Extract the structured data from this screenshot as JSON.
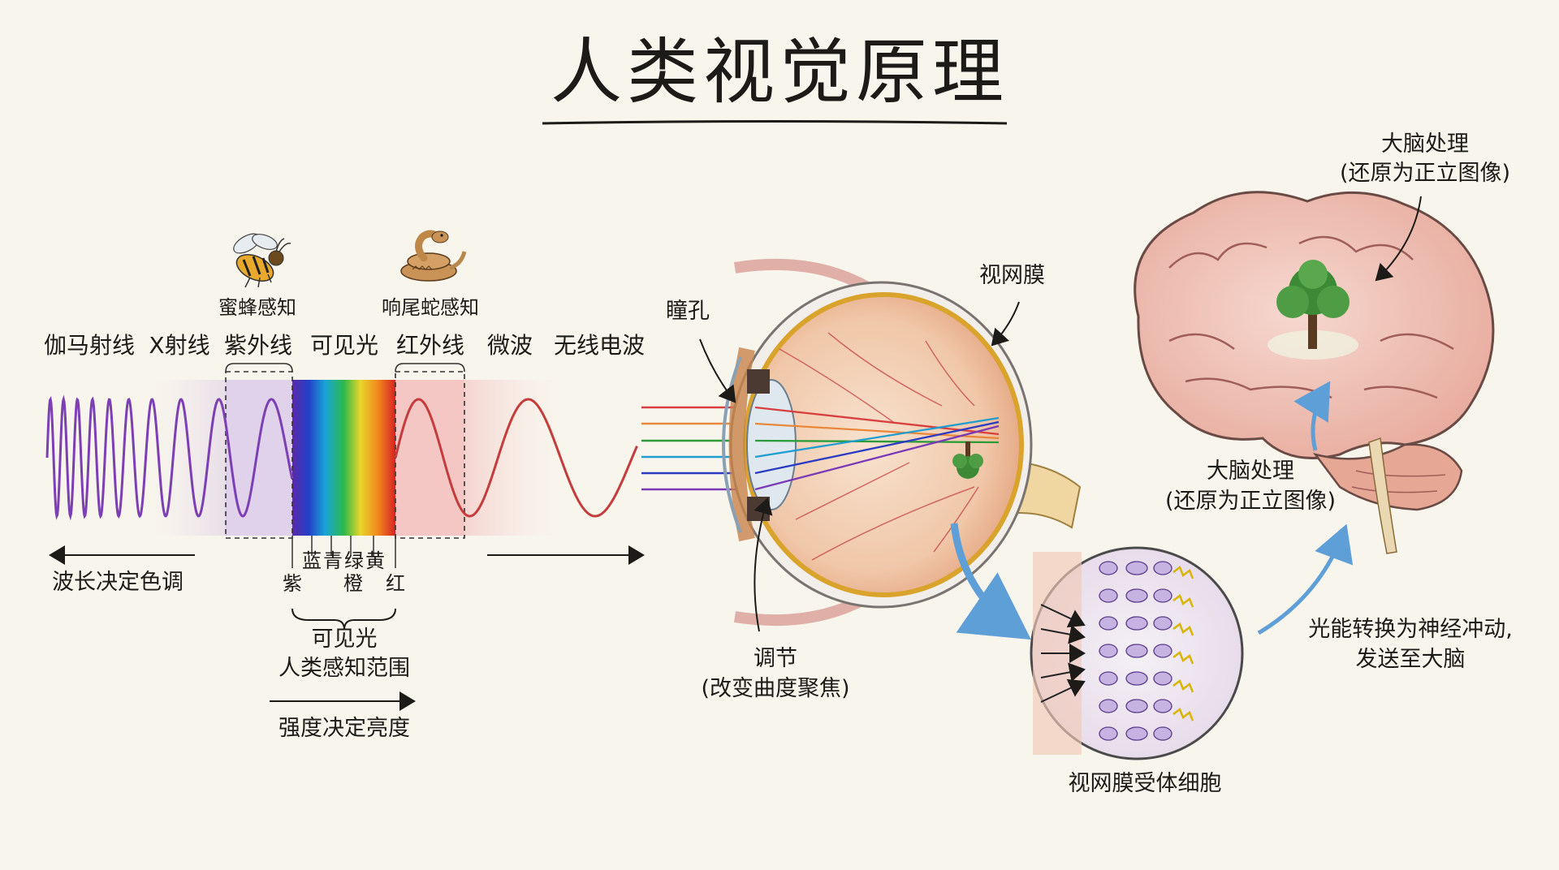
{
  "title": "人类视觉原理",
  "spectrum": {
    "bands": [
      "伽马射线",
      "X射线",
      "紫外线",
      "可见光",
      "红外线",
      "微波",
      "无线电波"
    ],
    "bee_label": "蜜蜂感知",
    "snake_label": "响尾蛇感知",
    "wavelength_label": "波长决定色调",
    "colors_top": [
      "蓝",
      "青",
      "绿",
      "黄"
    ],
    "colors_bottom": [
      "紫",
      "橙",
      "红"
    ],
    "visible_title": "可见光",
    "visible_range": "人类感知范围",
    "intensity_label": "强度决定亮度"
  },
  "eye": {
    "pupil": "瞳孔",
    "retina": "视网膜",
    "accommodation": "调节",
    "accommodation_note": "(改变曲度聚焦)",
    "receptor": "视网膜受体细胞"
  },
  "brain": {
    "top_label": "大脑处理",
    "top_note": "(还原为正立图像)",
    "mid_label": "大脑处理",
    "mid_note": "(还原为正立图像)",
    "conversion_line1": "光能转换为神经冲动,",
    "conversion_line2": "发送至大脑"
  }
}
